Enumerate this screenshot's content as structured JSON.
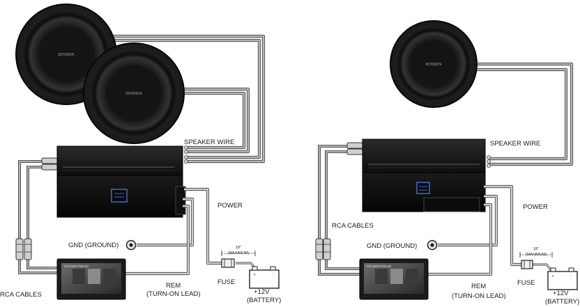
{
  "speaker_brand": "JENSEN",
  "labels": {
    "speaker_wire": "SPEAKER WIRE",
    "power": "POWER",
    "rca_cables": "RCA CABLES",
    "gnd": "GND (GROUND)",
    "fuse": "FUSE",
    "fuse_distance": "18\"",
    "fuse_maximum": "(MAXIMUM)",
    "rem": "REM",
    "turn_on_lead": "(TURN-ON LEAD)",
    "battery_voltage": "+12V",
    "battery": "(BATTERY)",
    "battery_plus": "+",
    "battery_minus": "-"
  },
  "headunit": {
    "brand": "SOUNDSTREAM"
  },
  "colors": {
    "wire": "#9a9a9a",
    "wire_outline": "#3a3a3a",
    "amp_body": "#161616",
    "amp_accent": "#3b6fd6",
    "power_wire": "#cfcfcf"
  },
  "diagrams": [
    {
      "id": "dual-speaker",
      "speaker_count": 2
    },
    {
      "id": "single-speaker",
      "speaker_count": 1
    }
  ]
}
